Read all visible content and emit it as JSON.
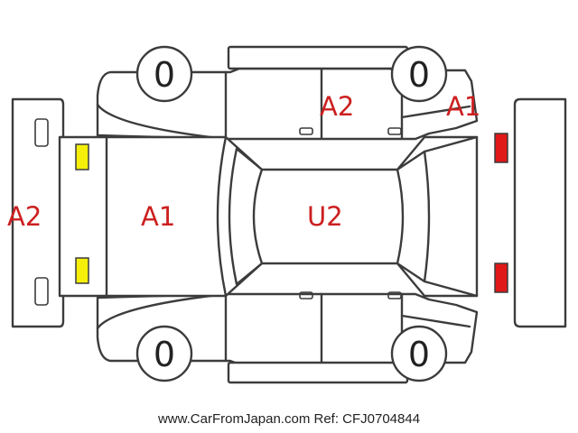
{
  "inspection": {
    "rear_bumper": "A2",
    "hood_front": "A1",
    "roof": "U2",
    "right_door": "A2",
    "right_front_fender": "A1"
  },
  "tires": {
    "front_left": "0",
    "rear_left": "0",
    "front_right": "0",
    "rear_right": "0"
  },
  "lights": {
    "rear_color": "#f5ef0a",
    "front_color": "#e01818"
  },
  "footer": {
    "reference": "www.CarFromJapan.com Ref: CFJ0704844"
  }
}
